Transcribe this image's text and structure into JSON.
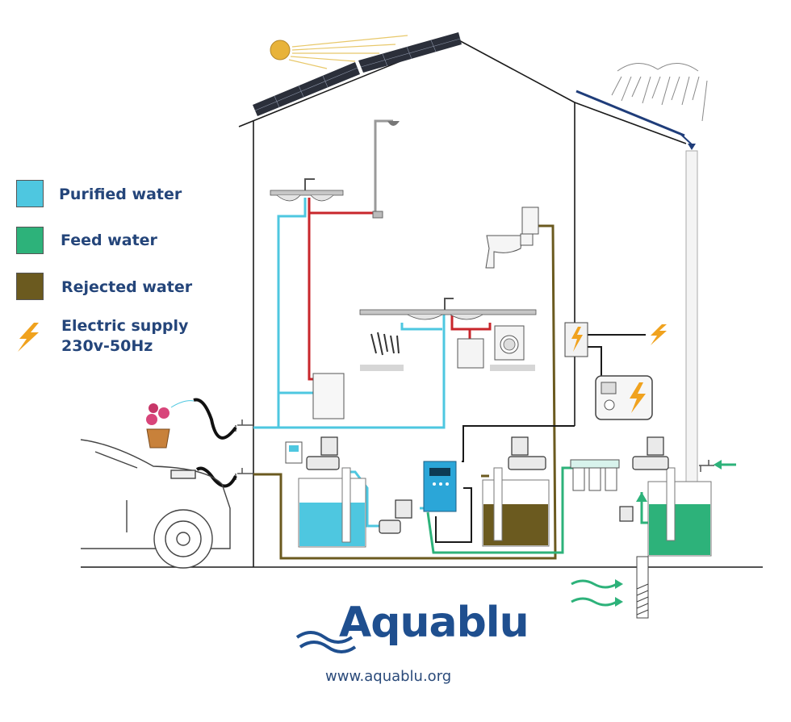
{
  "legend": {
    "purified": {
      "label": "Purified water",
      "color": "#4ec7e0"
    },
    "feed": {
      "label": "Feed water",
      "color": "#2db27a"
    },
    "rejected": {
      "label": "Rejected water",
      "color": "#6b5a1f"
    },
    "electric_line1": "Electric supply",
    "electric_line2": "230v-50Hz",
    "electric_icon": "lightning-bolt-icon"
  },
  "brand": {
    "name": "Aquablu",
    "registered": "®",
    "url": "www.aquablu.org"
  },
  "colors": {
    "purified": "#4ec7e0",
    "feed": "#2db27a",
    "rejected": "#6b5a1f",
    "hot": "#c8262b",
    "electric": "#1a1a1a",
    "ink": "#1f4f8f",
    "bolt": "#f0a21e"
  }
}
